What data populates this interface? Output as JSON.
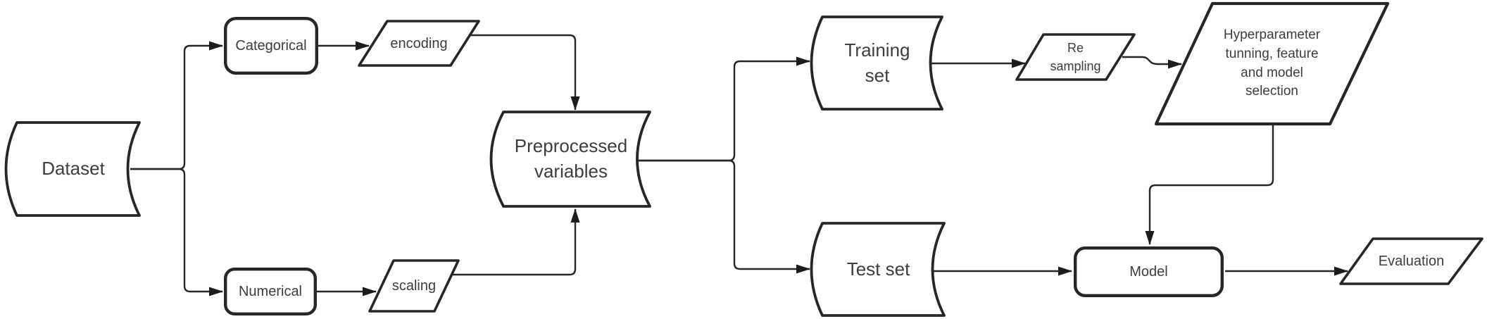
{
  "diagram": {
    "background_color": "#ffffff",
    "stroke_color": "#262626",
    "text_color": "#3d3d3d",
    "nodes": {
      "dataset": {
        "label": "Dataset",
        "shape": "stored-data"
      },
      "categorical": {
        "label": "Categorical",
        "shape": "rounded-rectangle"
      },
      "encoding": {
        "label": "encoding",
        "shape": "parallelogram"
      },
      "numerical": {
        "label": "Numerical",
        "shape": "rounded-rectangle"
      },
      "scaling": {
        "label": "scaling",
        "shape": "parallelogram"
      },
      "preprocessed_variables": {
        "label": "Preprocessed\nvariables",
        "shape": "stored-data"
      },
      "training_set": {
        "label": "Training\nset",
        "shape": "stored-data"
      },
      "test_set": {
        "label": "Test set",
        "shape": "stored-data"
      },
      "resampling": {
        "label": "Re\nsampling",
        "shape": "parallelogram"
      },
      "hyperparameter_selection": {
        "label": "Hyperparameter\ntunning, feature\nand model\nselection",
        "shape": "parallelogram"
      },
      "model": {
        "label": "Model",
        "shape": "rounded-rectangle"
      },
      "evaluation": {
        "label": "Evaluation",
        "shape": "parallelogram"
      }
    },
    "edges": [
      {
        "from": "dataset",
        "to": "categorical"
      },
      {
        "from": "dataset",
        "to": "numerical"
      },
      {
        "from": "categorical",
        "to": "encoding"
      },
      {
        "from": "encoding",
        "to": "preprocessed_variables"
      },
      {
        "from": "numerical",
        "to": "scaling"
      },
      {
        "from": "scaling",
        "to": "preprocessed_variables"
      },
      {
        "from": "preprocessed_variables",
        "to": "training_set"
      },
      {
        "from": "preprocessed_variables",
        "to": "test_set"
      },
      {
        "from": "training_set",
        "to": "resampling"
      },
      {
        "from": "resampling",
        "to": "hyperparameter_selection"
      },
      {
        "from": "hyperparameter_selection",
        "to": "model"
      },
      {
        "from": "test_set",
        "to": "model"
      },
      {
        "from": "model",
        "to": "evaluation"
      }
    ]
  }
}
